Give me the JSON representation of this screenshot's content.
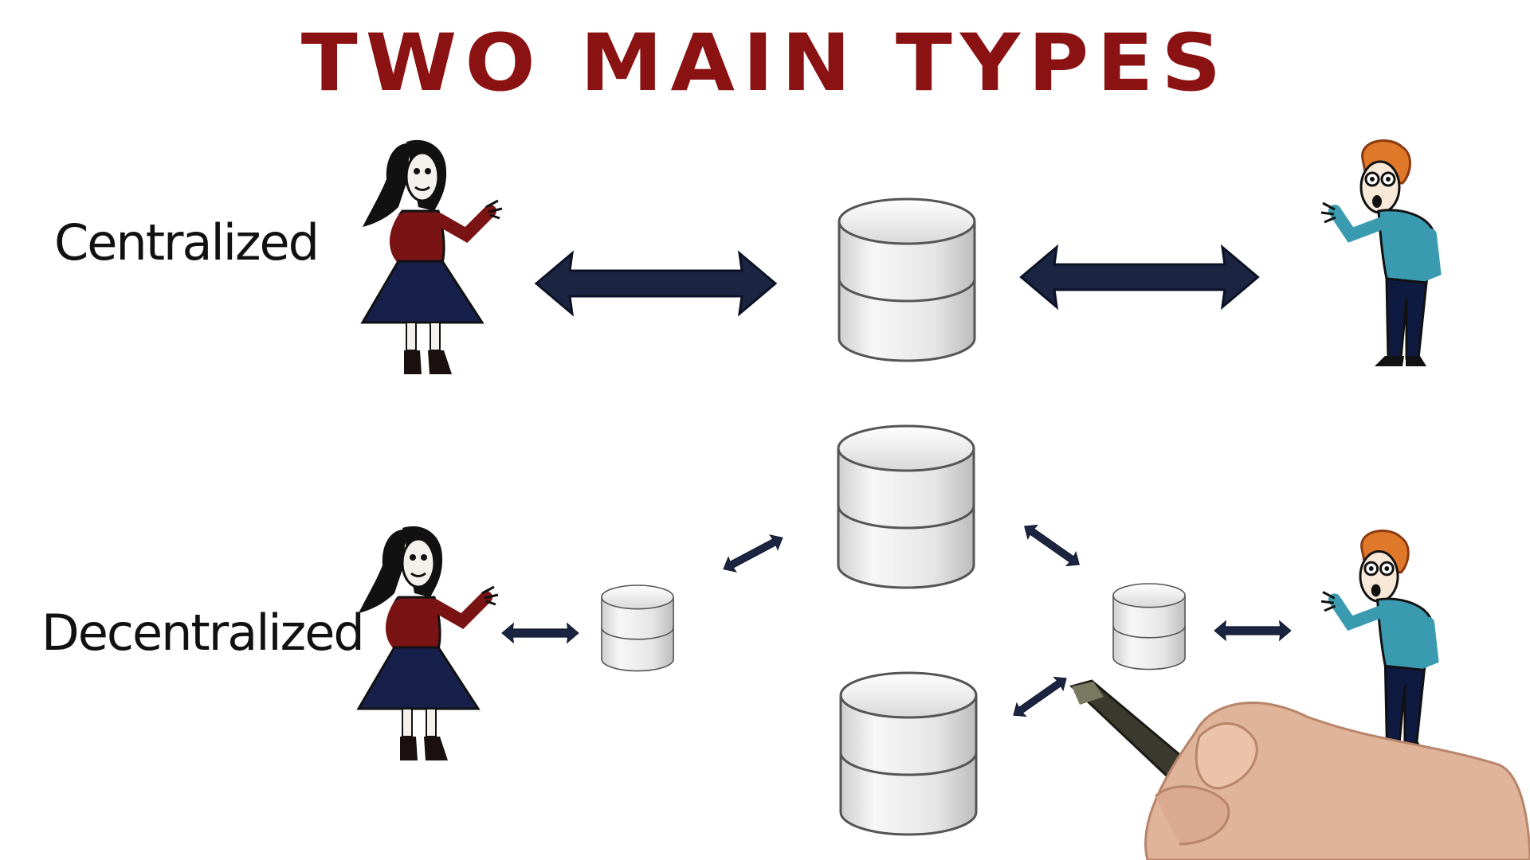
{
  "title": "TWO MAIN TYPES",
  "rows": {
    "centralized": {
      "label": "Centralized"
    },
    "decentralized": {
      "label": "Decentralized"
    }
  },
  "colors": {
    "title": "#8b1212",
    "arrow": "#1b2440",
    "woman_shirt": "#7a1414",
    "woman_skirt": "#16204a",
    "man_shirt": "#3a9bb0",
    "man_hair": "#e0782a",
    "man_pants": "#0f1a40"
  },
  "icons": [
    "woman-figure",
    "man-figure",
    "database-icon",
    "double-arrow-icon",
    "hand-with-marker"
  ]
}
